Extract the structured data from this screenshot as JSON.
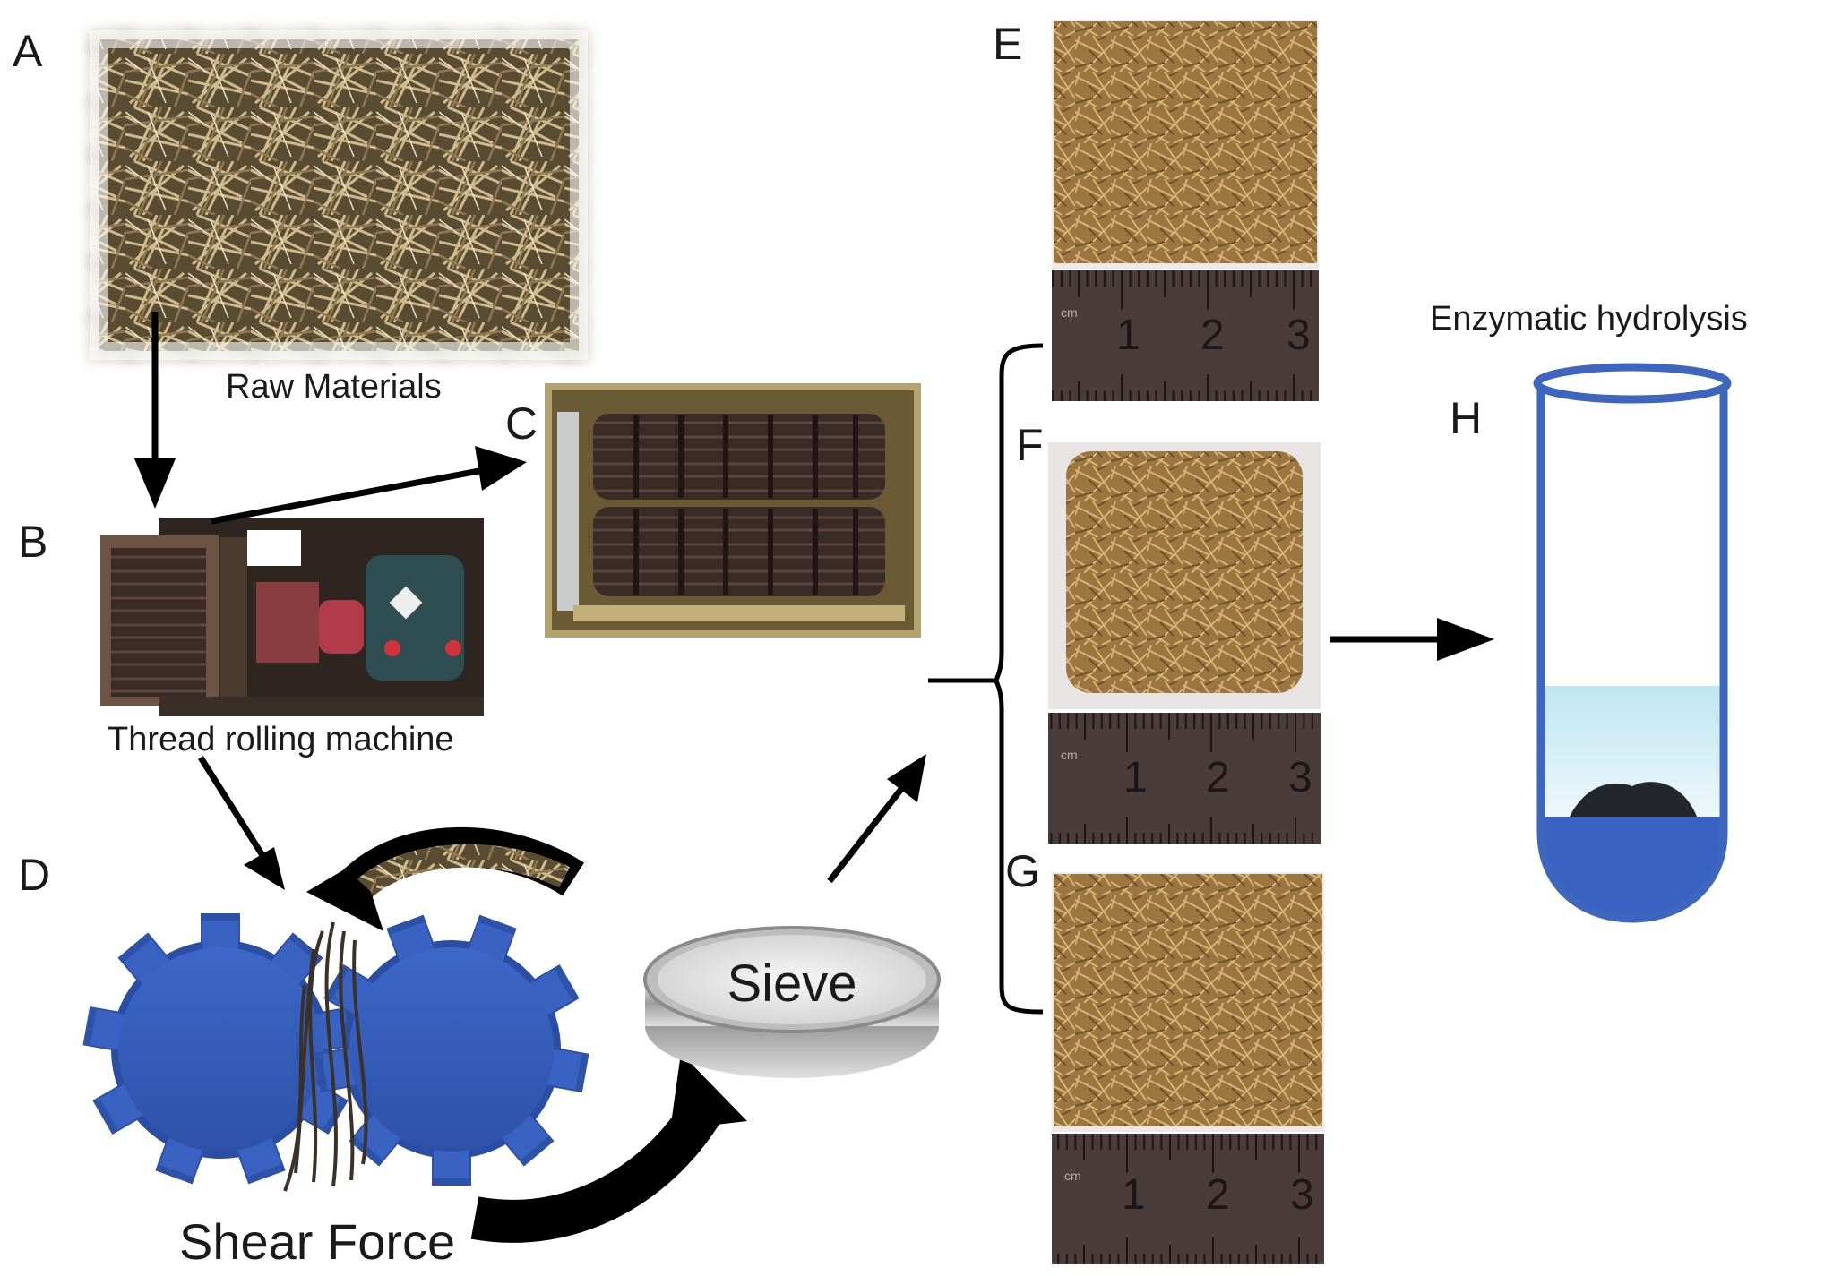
{
  "panels": {
    "a": {
      "letter": "A",
      "caption": "Raw Materials"
    },
    "b": {
      "letter": "B",
      "caption": "Thread rolling machine"
    },
    "c": {
      "letter": "C"
    },
    "d": {
      "letter": "D",
      "caption": "Shear Force"
    },
    "sieve": {
      "label": "Sieve"
    },
    "e": {
      "letter": "E"
    },
    "f": {
      "letter": "F"
    },
    "g": {
      "letter": "G"
    },
    "h": {
      "letter": "H",
      "title": "Enzymatic hydrolysis"
    }
  },
  "ruler": {
    "ticks": [
      "1",
      "2",
      "3"
    ],
    "unit_text": "cm"
  },
  "colors": {
    "gear_blue": "#3a62c2",
    "tube_blue": "#3f66bf",
    "liquid": "#cbe9f4",
    "straw": "#a9844c",
    "ruler": "#4a3c3a",
    "arrow": "#000000"
  }
}
